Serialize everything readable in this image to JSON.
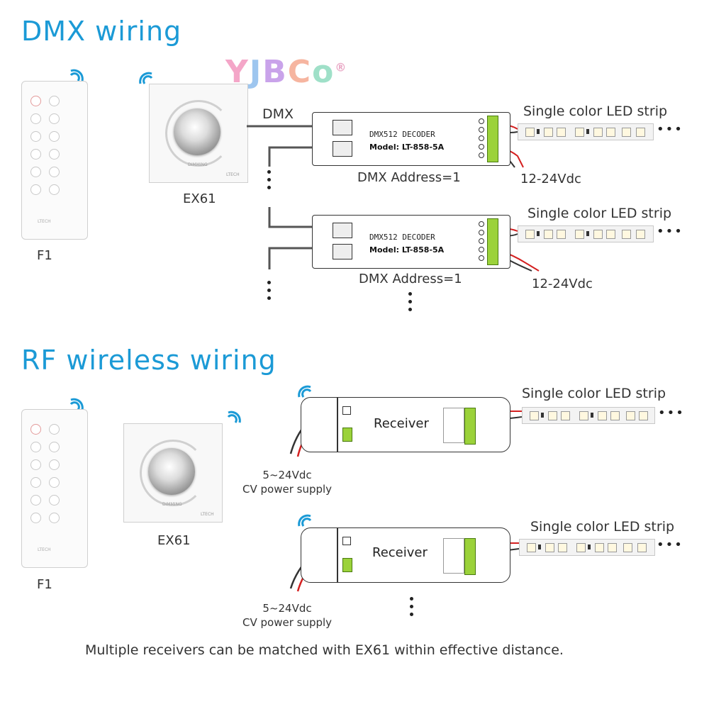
{
  "dmx_section": {
    "title": "DMX wiring",
    "dmx_line_label": "DMX",
    "remote_label": "F1",
    "panel_label": "EX61",
    "remote_brand": "LTECH",
    "panel_brand": "LTECH",
    "panel_knob_text": "DIMMING",
    "decoders": [
      {
        "title": "DMX512 DECODER",
        "model": "Model: LT-858-5A",
        "address": "DMX Address=1",
        "strip_label": "Single color LED strip",
        "power": "12-24Vdc"
      },
      {
        "title": "DMX512 DECODER",
        "model": "Model: LT-858-5A",
        "address": "DMX Address=1",
        "strip_label": "Single color LED strip",
        "power": "12-24Vdc"
      }
    ]
  },
  "logo": {
    "letters": [
      "Y",
      "J",
      "B",
      "C",
      "o"
    ],
    "mark": "®"
  },
  "rf_section": {
    "title": "RF wireless wiring",
    "remote_label": "F1",
    "panel_label": "EX61",
    "remote_brand": "LTECH",
    "panel_brand": "LTECH",
    "panel_knob_text": "DIMMING",
    "receivers": [
      {
        "label": "Receiver",
        "strip_label": "Single color LED strip",
        "power_line1": "5~24Vdc",
        "power_line2": "CV power supply"
      },
      {
        "label": "Receiver",
        "strip_label": "Single color LED strip",
        "power_line1": "5~24Vdc",
        "power_line2": "CV power supply"
      }
    ],
    "footnote": "Multiple receivers can be matched with EX61 within effective distance."
  },
  "colors": {
    "accent": "#1b9ad6",
    "wifi": "#1b9ad6",
    "terminal": "#9bd23a",
    "wire_red": "#d42020",
    "wire_dark": "#333333"
  },
  "icons": [
    "wifi-icon",
    "remote-control",
    "dimmer-knob-panel",
    "rj45-port",
    "terminal-block",
    "led-strip",
    "ellipsis-dots"
  ]
}
